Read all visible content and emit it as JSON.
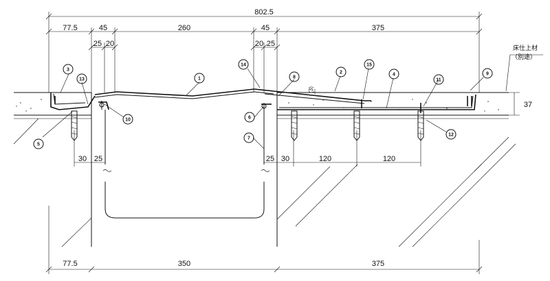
{
  "dimensions": {
    "overall": "802.5",
    "top_left": "77.5",
    "top_45_left": "45",
    "top_260": "260",
    "top_45_right": "45",
    "top_375": "375",
    "small_25_left": "25",
    "small_20_left": "20",
    "small_20_right": "20",
    "small_25_right": "25",
    "gap_3": "(3)",
    "height_37": "37",
    "mid_30_left": "30",
    "mid_25_left": "25",
    "mid_25_right": "25",
    "mid_30_right": "30",
    "mid_120_a": "120",
    "mid_120_b": "120",
    "bottom_left": "77.5",
    "bottom_350": "350",
    "bottom_375": "375"
  },
  "note": {
    "line1": "床仕上材",
    "line2": "（別途）"
  },
  "callouts": [
    "1",
    "2",
    "3",
    "4",
    "5",
    "6",
    "7",
    "8",
    "9",
    "10",
    "11",
    "12",
    "13",
    "14",
    "15"
  ]
}
